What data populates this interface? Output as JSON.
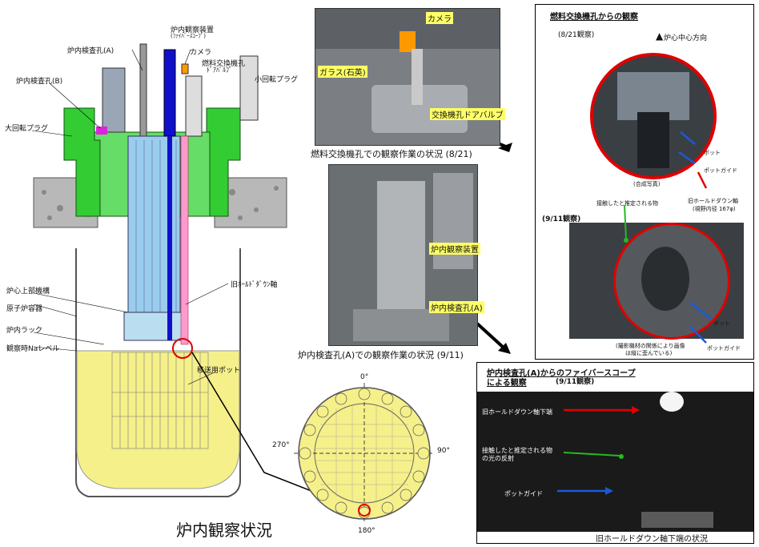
{
  "page_title": "炉内観察状況",
  "reactor_labels": {
    "fiberscope_device": "炉内観察装置",
    "fiberscope_sub": "(ﾌｧｲﾊﾞｰｽｺｰﾌﾟ)",
    "inspection_hole_a": "炉内検査孔(A)",
    "camera": "カメラ",
    "fuel_exchange_door_valve": "燃料交換機孔",
    "fuel_exchange_door_valve_2": "ﾄﾞｱﾊﾞﾙﾌﾞ",
    "small_rotating_plug": "小回転プラグ",
    "inspection_hole_b": "炉内検査孔(B)",
    "large_rotating_plug": "大回転プラグ",
    "upper_core_structure": "炉心上部機構",
    "reactor_vessel": "原子炉容器",
    "in_vessel_rack": "炉内ラック",
    "sodium_level": "観察時Naレベル",
    "old_holddown_shaft": "旧ﾎｰﾙﾄﾞﾀﾞｳﾝ軸",
    "transfer_pot": "移送用ポット"
  },
  "photo_fuel_exchange": {
    "camera": "カメラ",
    "glass": "ガラス(石英)",
    "door_valve": "交換機孔ドアバルブ",
    "caption": "燃料交換機孔での観察作業の状況 (8/21)"
  },
  "photo_inspection_hole": {
    "device": "炉内観察装置",
    "hole": "炉内検査孔(A)",
    "caption": "炉内検査孔(A)での観察作業の状況 (9/11)"
  },
  "panel_fuel_exchange": {
    "title": "燃料交換機孔からの観察",
    "date1": "(8/21観察)",
    "core_direction": "炉心中心方向",
    "pot": "ポット",
    "pot_guide": "ポットガイド",
    "composite": "(合成写真)",
    "old_shaft": "旧ホールドダウン軸",
    "fov": "(視野内径 167φ)",
    "contact_object": "接触したと推定される物",
    "date2": "(9/11観察)",
    "pot2": "ポット",
    "pot_guide2": "ポットガイド",
    "distortion_note_1": "(撮影機材の関係により画像",
    "distortion_note_2": "は縦に歪んでいる)"
  },
  "panel_fiberscope": {
    "title_1": "炉内検査孔(A)からのファイバースコープ",
    "title_2": "による観察",
    "date": "(9/11観察)",
    "shaft_bottom": "旧ホールドダウン軸下端",
    "reflection_1": "接触したと推定される物",
    "reflection_2": "の光の反射",
    "pot_guide": "ポットガイド",
    "caption": "旧ホールドダウン軸下端の状況"
  },
  "core_map": {
    "deg_0": "0°",
    "deg_90": "90°",
    "deg_180": "180°",
    "deg_270": "270°"
  },
  "colors": {
    "plug_green": "#33cc33",
    "structure_blue": "#99ccee",
    "device_blue": "#1010cc",
    "sodium_yellow": "#f5f08a",
    "marker_red": "#e00000",
    "shaft_pink": "#ff99cc",
    "concrete_gray": "#b8b8b8",
    "arrow_blue": "#1a5ad8",
    "arrow_green": "#22bb22"
  }
}
